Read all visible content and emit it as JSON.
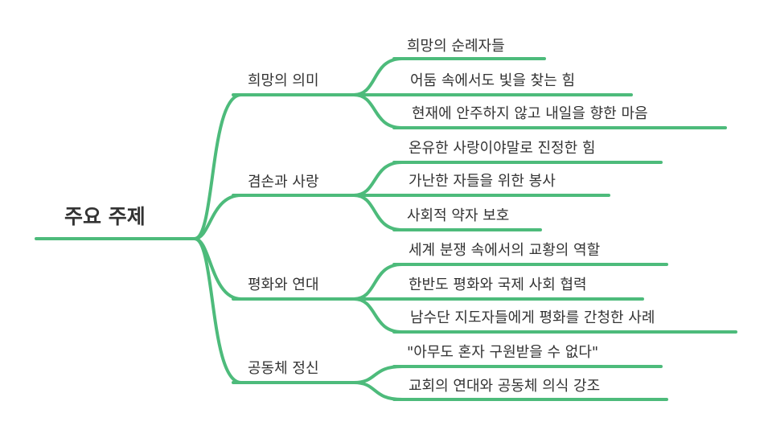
{
  "mindmap": {
    "root": {
      "label": "주요 주제"
    },
    "branches": [
      {
        "label": "희망의 의미",
        "children": [
          "희망의 순례자들",
          "어둠 속에서도 빛을 찾는 힘",
          "현재에 안주하지 않고 내일을 향한 마음"
        ]
      },
      {
        "label": "겸손과 사랑",
        "children": [
          "온유한 사랑이야말로 진정한 힘",
          "가난한 자들을 위한 봉사",
          "사회적 약자 보호"
        ]
      },
      {
        "label": "평화와 연대",
        "children": [
          "세계 분쟁 속에서의 교황의 역할",
          "한반도 평화와 국제 사회 협력",
          "남수단 지도자들에게 평화를 간청한 사례"
        ]
      },
      {
        "label": "공동체 정신",
        "children": [
          "\"아무도 혼자 구원받을 수 없다\"",
          "교회의 연대와 공동체 의식 강조"
        ]
      }
    ],
    "colors": {
      "edge": "#4dbb7b",
      "text": "#333333",
      "background": "#ffffff"
    }
  }
}
